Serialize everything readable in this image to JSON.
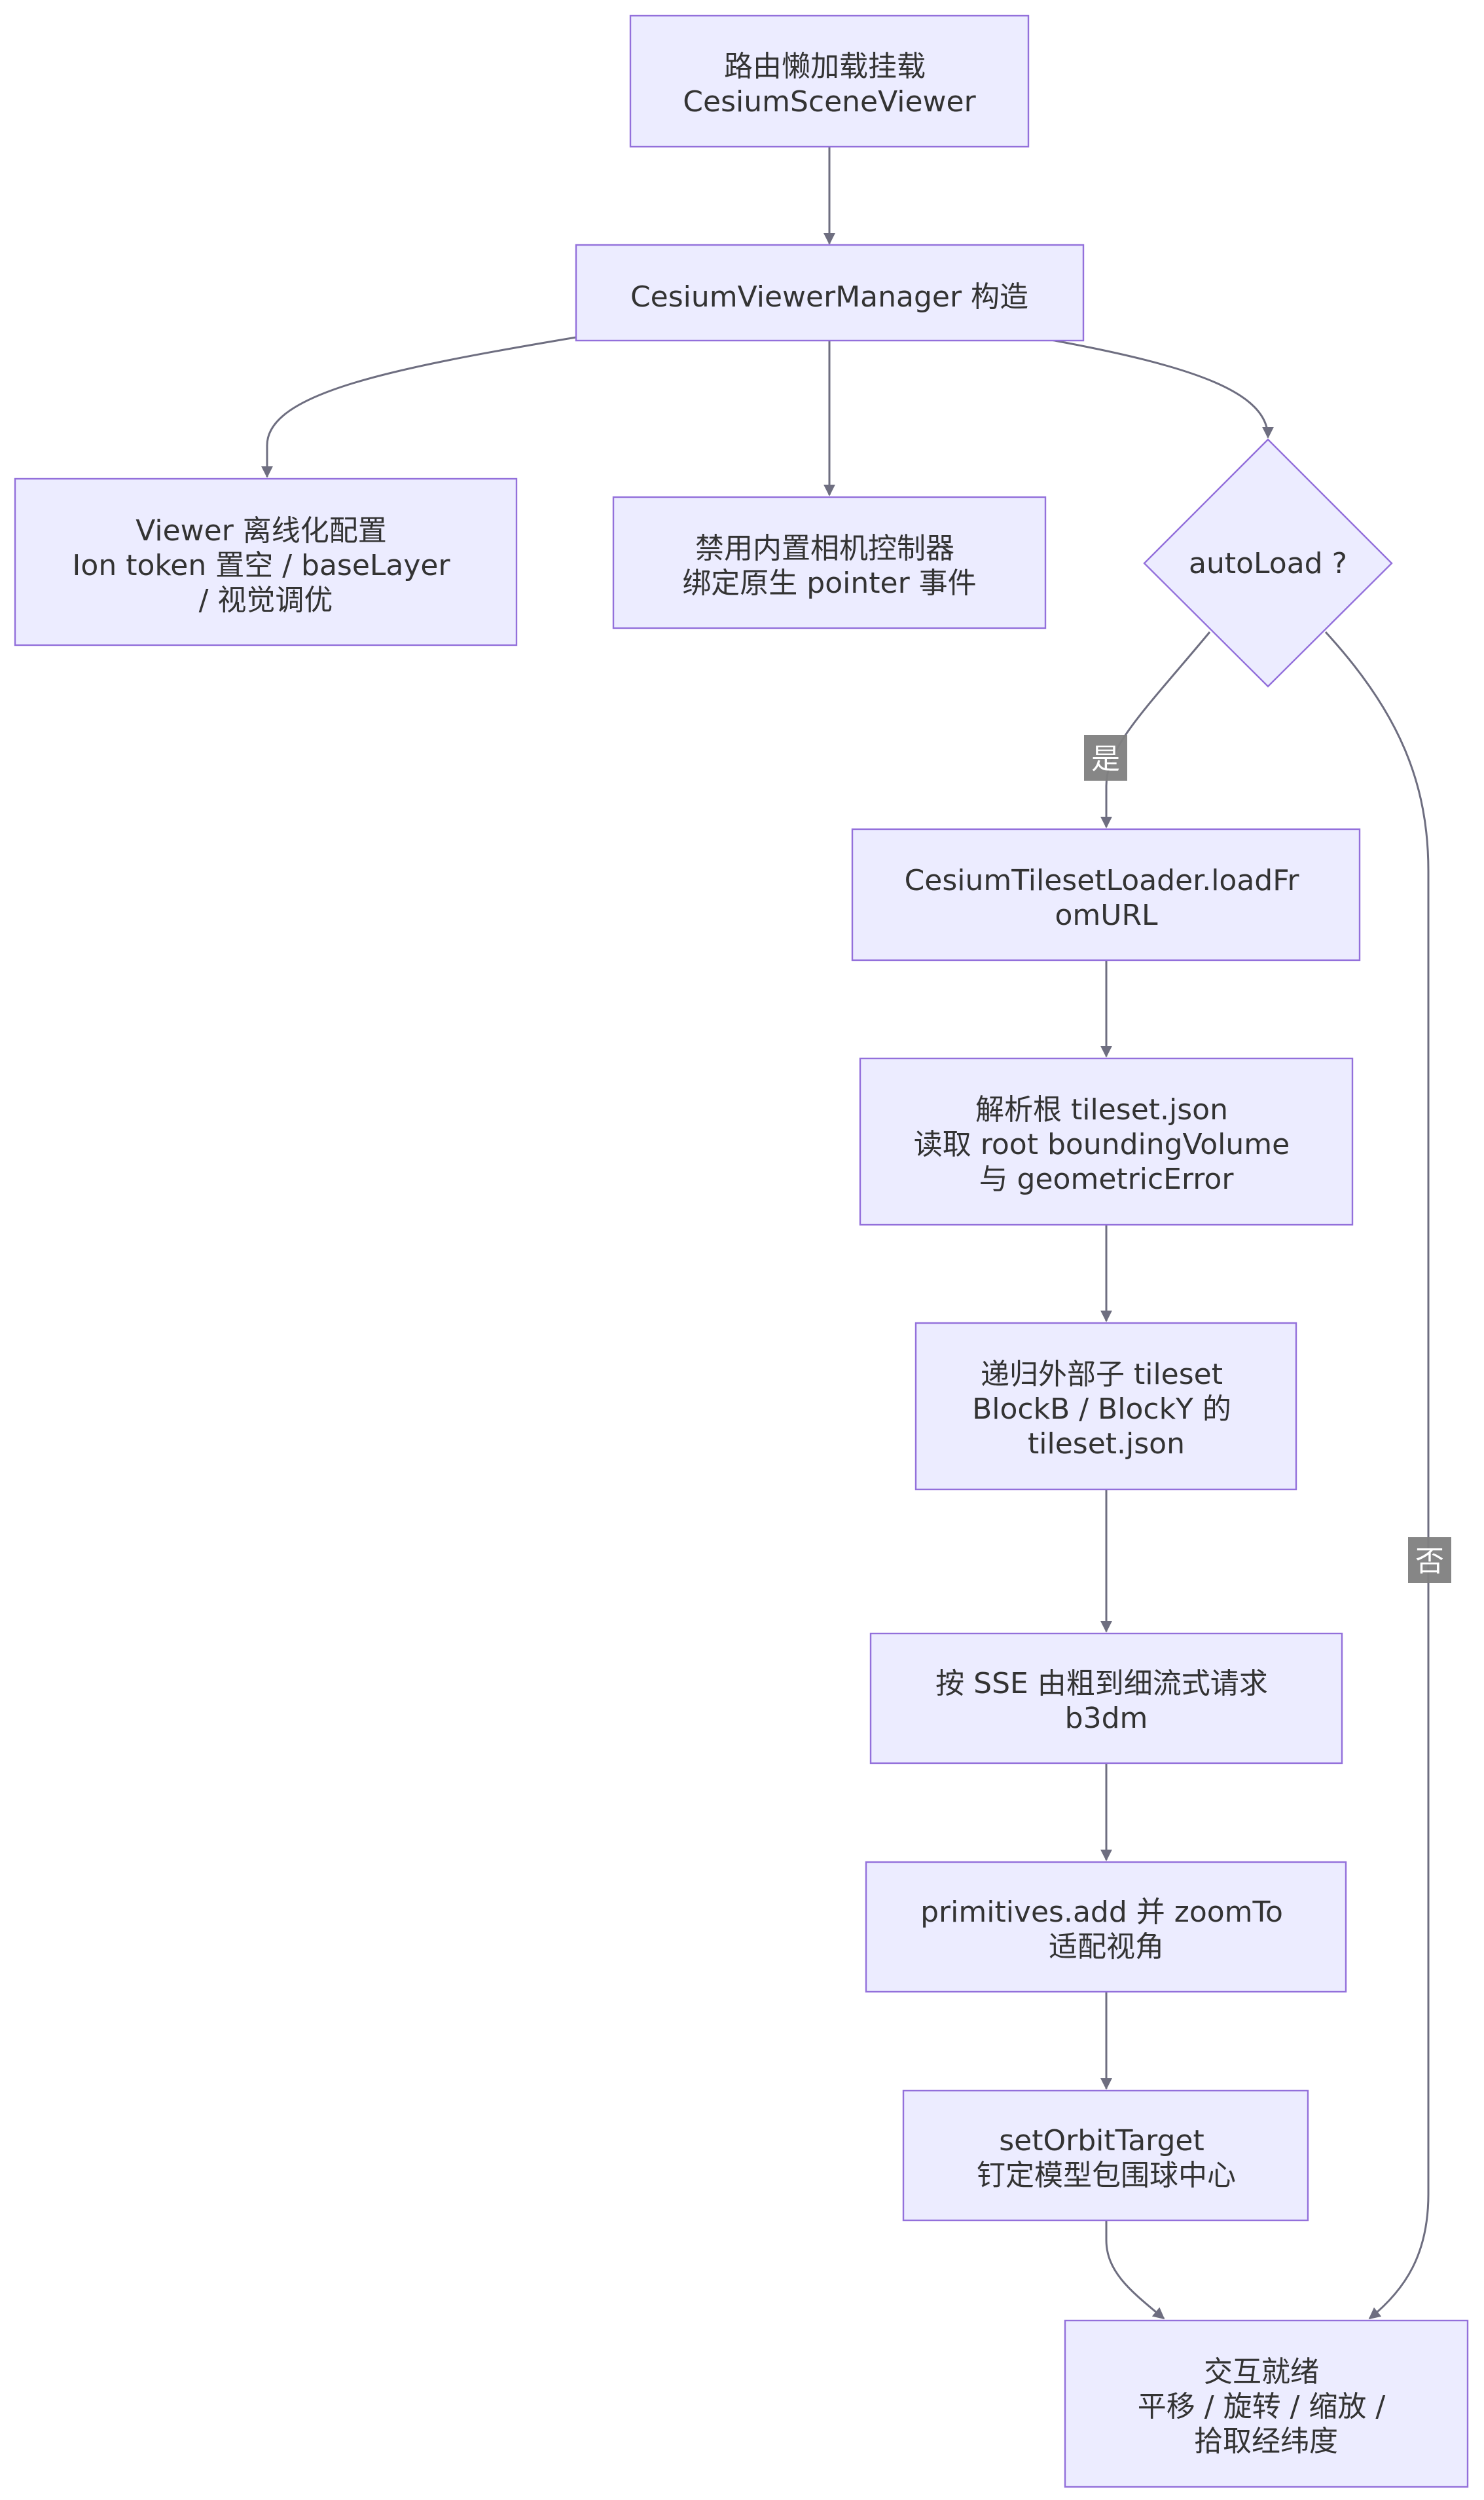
{
  "diagram": {
    "type": "flowchart",
    "colors": {
      "node_fill": "#ECECFF",
      "node_stroke": "#9370DB",
      "edge": "#6e6e80",
      "edge_label_bg": "#808080",
      "text": "#333333"
    },
    "nodes": {
      "lazy_mount": {
        "lines": [
          "路由懒加载挂载",
          "CesiumSceneViewer"
        ]
      },
      "manager": {
        "lines": [
          "CesiumViewerManager 构造"
        ]
      },
      "viewer_config": {
        "lines": [
          "Viewer 离线化配置",
          "Ion token 置空 / baseLayer",
          "/ 视觉调优"
        ]
      },
      "disable_camera": {
        "lines": [
          "禁用内置相机控制器",
          "绑定原生 pointer 事件"
        ]
      },
      "autoload": {
        "lines": [
          "autoLoad ?"
        ]
      },
      "load_url": {
        "lines": [
          "CesiumTilesetLoader.loadFr",
          "omURL"
        ]
      },
      "parse_root": {
        "lines": [
          "解析根 tileset.json",
          "读取 root boundingVolume",
          "与 geometricError"
        ]
      },
      "recurse": {
        "lines": [
          "递归外部子 tileset",
          "BlockB / BlockY 的",
          "tileset.json"
        ]
      },
      "sse": {
        "lines": [
          "按 SSE 由粗到细流式请求",
          "b3dm"
        ]
      },
      "primitives": {
        "lines": [
          "primitives.add 并 zoomTo",
          "适配视角"
        ]
      },
      "orbit": {
        "lines": [
          "setOrbitTarget",
          "钉定模型包围球中心"
        ]
      },
      "ready": {
        "lines": [
          "交互就绪",
          "平移 / 旋转 / 缩放 /",
          "拾取经纬度"
        ]
      }
    },
    "edge_labels": {
      "yes": "是",
      "no": "否"
    }
  }
}
